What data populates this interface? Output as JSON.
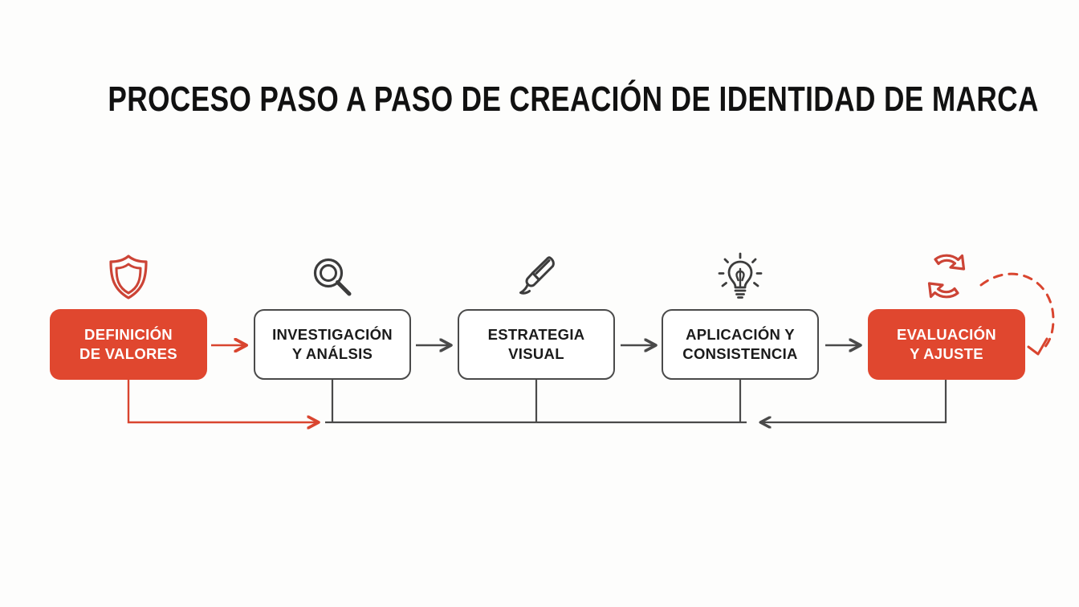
{
  "page": {
    "title": "PROCESO PASO A PASO DE CREACIÓN DE IDENTIDAD DE MARCA",
    "background_color": "#fdfdfc"
  },
  "theme": {
    "accent_red": "#e0472f",
    "accent_red_line": "#d9452f",
    "neutral_dark": "#4a4a4a",
    "text_dark": "#111111",
    "text_light": "#ffffff"
  },
  "diagram": {
    "type": "process-flow",
    "steps": [
      {
        "index": 1,
        "label": "DEFINICIÓN\nDE VALORES",
        "style": "filled",
        "icon": "shield-icon",
        "icon_color": "#cc4436"
      },
      {
        "index": 2,
        "label": "INVESTIGACIÓN\nY ANÁLSIS",
        "style": "outlined",
        "icon": "magnifier-icon",
        "icon_color": "#3c3c3c"
      },
      {
        "index": 3,
        "label": "ESTRATEGIA\nVISUAL",
        "style": "outlined",
        "icon": "paintbrush-icon",
        "icon_color": "#3c3c3c"
      },
      {
        "index": 4,
        "label": "APLICACIÓN Y\nCONSISTENCIA",
        "style": "outlined",
        "icon": "lightbulb-icon",
        "icon_color": "#3c3c3c"
      },
      {
        "index": 5,
        "label": "EVALUACIÓN\nY AJUSTE",
        "style": "filled",
        "icon": "cycle-refresh-icon",
        "icon_color": "#cc4436"
      }
    ],
    "connectors": [
      {
        "name": "arrow-step1-to-step2",
        "style": "solid",
        "color": "#d9452f",
        "direction": "right"
      },
      {
        "name": "arrow-step2-to-step3",
        "style": "solid",
        "color": "#4a4a4a",
        "direction": "right"
      },
      {
        "name": "arrow-step3-to-step4",
        "style": "solid",
        "color": "#4a4a4a",
        "direction": "right"
      },
      {
        "name": "arrow-step4-to-step5",
        "style": "solid",
        "color": "#4a4a4a",
        "direction": "right"
      },
      {
        "name": "feedback-arrow-step1-forward",
        "style": "solid",
        "color": "#d9452f",
        "direction": "right"
      },
      {
        "name": "feedback-arrow-step5-back",
        "style": "solid",
        "color": "#4a4a4a",
        "direction": "left"
      },
      {
        "name": "loop-arrow-step5-dashed",
        "style": "dashed",
        "color": "#d9452f",
        "direction": "down-left"
      }
    ]
  }
}
